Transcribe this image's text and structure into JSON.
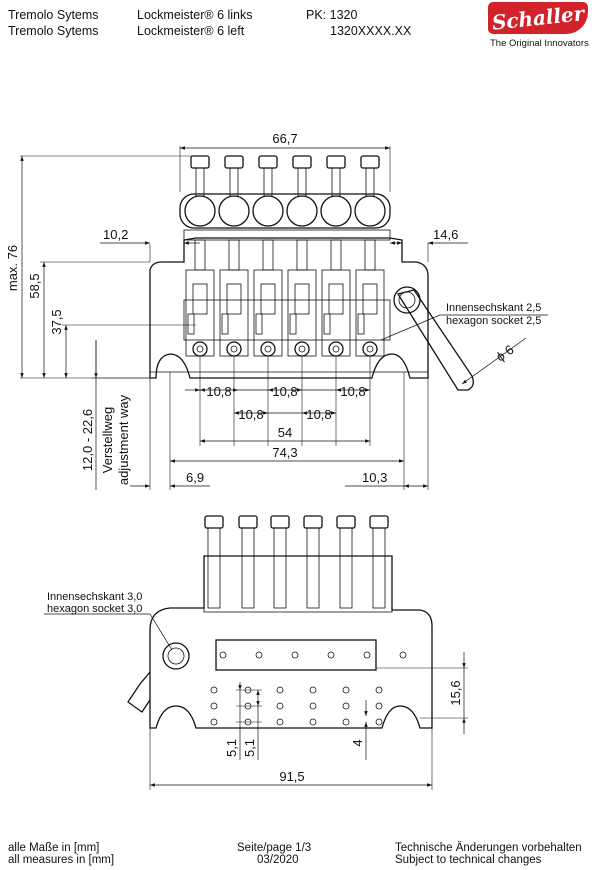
{
  "header": {
    "col1_line1": "Tremolo Sytems",
    "col1_line2": "Tremolo Sytems",
    "col2_line1": "Lockmeister® 6 links",
    "col2_line2": "Lockmeister® 6 left",
    "col3_line1": "PK: 1320",
    "col3_line2": "1320XXXX.XX"
  },
  "logo": {
    "brand": "Schaller",
    "tagline": "The Original Innovators",
    "color": "#d2232a"
  },
  "top_view": {
    "width_total": "66,7",
    "offset_left": "10,2",
    "offset_right": "14,6",
    "height_max": "max. 76",
    "height_585": "58,5",
    "height_375": "37,5",
    "spacing_a": "10,8",
    "spacing_b": "10,8",
    "spacing_c": "10,8",
    "spacing_d": "10,8",
    "spacing_e": "10,8",
    "span_54": "54",
    "span_743": "74,3",
    "edge_left": "6,9",
    "edge_right": "10,3",
    "adjust_value": "12,0 - 22,6",
    "adjust_de": "Verstellweg",
    "adjust_en": "adjustment way",
    "hex_de": "Innensechskant 2,5",
    "hex_en": "hexagon socket 2,5",
    "diameter": "ϕ 6"
  },
  "bottom_view": {
    "hex_de": "Innensechskant 3,0",
    "hex_en": "hexagon socket 3,0",
    "dim_156": "15,6",
    "dim_51a": "5,1",
    "dim_51b": "5,1",
    "dim_4": "4",
    "width_total": "91,5"
  },
  "footer": {
    "units_de": "alle Maße in [mm]",
    "units_en": "all measures in [mm]",
    "page": "Seite/page 1/3",
    "date": "03/2020",
    "change_de": "Technische Änderungen vorbehalten",
    "change_en": "Subject to technical changes"
  }
}
